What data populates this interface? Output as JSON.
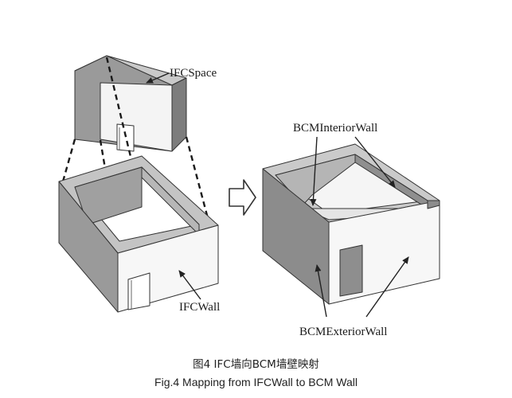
{
  "labels": {
    "ifc_space": "IFCSpace",
    "ifc_wall": "IFCWall",
    "bcm_interior_wall": "BCMInteriorWall",
    "bcm_exterior_wall": "BCMExteriorWall"
  },
  "caption": {
    "chinese": "图4  IFC墙向BCM墙壁映射",
    "english": "Fig.4 Mapping from IFCWall to BCM Wall"
  },
  "colors": {
    "dark_face": "#8c8c8c",
    "mid_face": "#a9a9a9",
    "light_face": "#f7f7f7",
    "rim": "#c4c4c4",
    "outline": "#222222"
  },
  "icons": [
    "mapping-arrow-icon"
  ]
}
